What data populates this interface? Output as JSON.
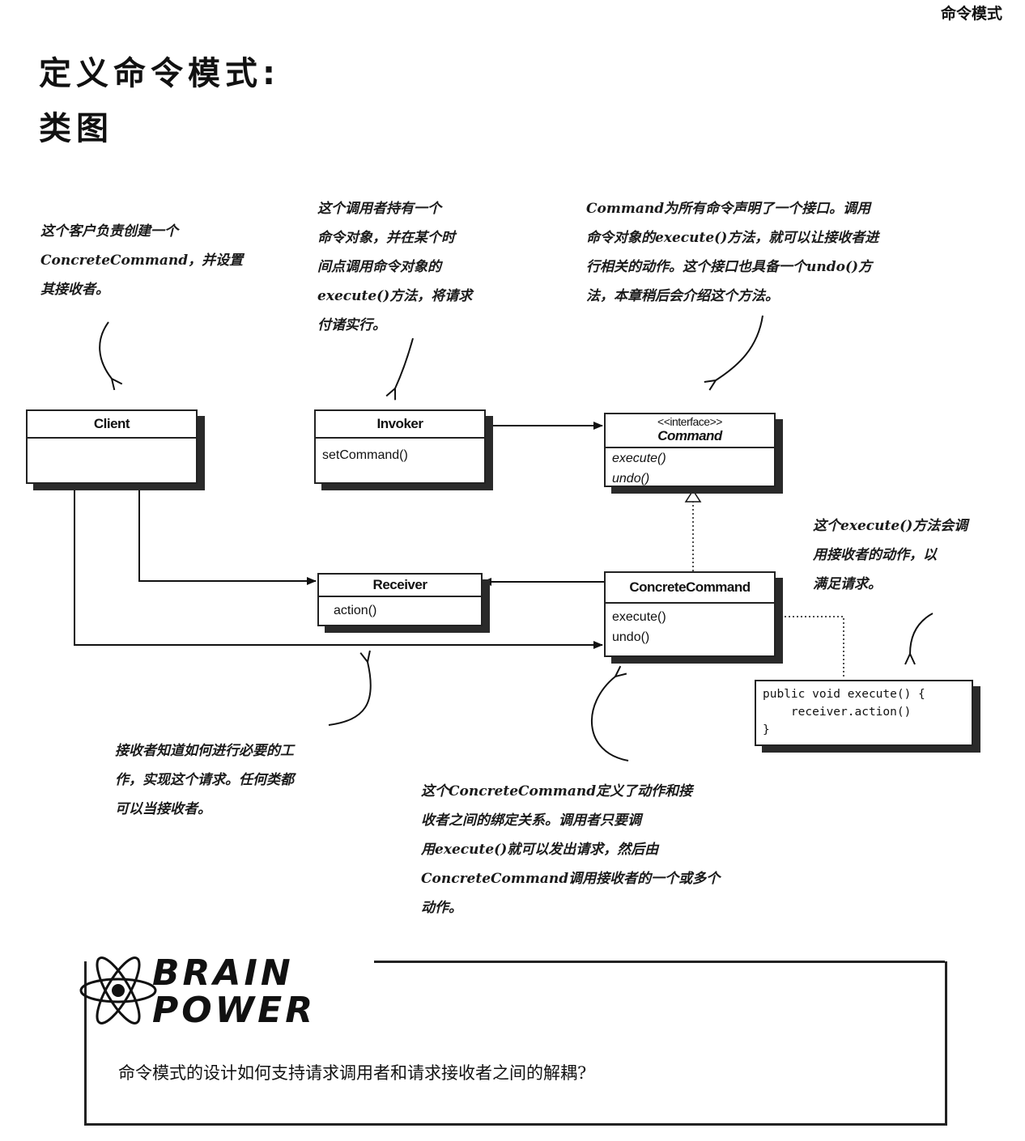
{
  "running_head": "命令模式",
  "title_line1": "定义命令模式:",
  "title_line2": "类图",
  "notes": {
    "client": [
      "这个客户负责创建一个",
      "ConcreteCommand，并设置",
      "其接收者。"
    ],
    "invoker": [
      "这个调用者持有一个",
      "命令对象，并在某个时",
      "间点调用命令对象的",
      "execute()方法，将请求",
      "付诸实行。"
    ],
    "command": [
      "Command为所有命令声明了一个接口。调用",
      "命令对象的execute()方法，就可以让接收者进",
      "行相关的动作。这个接口也具备一个undo()方",
      "法，本章稍后会介绍这个方法。"
    ],
    "execute": [
      "这个execute()方法会调",
      "用接收者的动作，以",
      "满足请求。"
    ],
    "receiver": [
      "接收者知道如何进行必要的工",
      "作，实现这个请求。任何类都",
      "可以当接收者。"
    ],
    "concrete": [
      "这个ConcreteCommand定义了动作和接",
      "收者之间的绑定关系。调用者只要调",
      "用execute()就可以发出请求，然后由",
      "ConcreteCommand调用接收者的一个或多个",
      "动作。"
    ]
  },
  "classes": {
    "client": {
      "name": "Client"
    },
    "invoker": {
      "name": "Invoker",
      "methods": [
        "setCommand()"
      ]
    },
    "command": {
      "stereotype": "<<interface>>",
      "name": "Command",
      "methods": [
        "execute()",
        "undo()"
      ]
    },
    "receiver": {
      "name": "Receiver",
      "methods": [
        "action()"
      ]
    },
    "concrete": {
      "name": "ConcreteCommand",
      "methods": [
        "execute()",
        "undo()"
      ]
    }
  },
  "code": [
    "public void execute() {",
    "    receiver.action()",
    "}"
  ],
  "brain_power": {
    "logo_line1": "BRAIN",
    "logo_line2": "POWER",
    "question": "命令模式的设计如何支持请求调用者和请求接收者之间的解耦?"
  }
}
